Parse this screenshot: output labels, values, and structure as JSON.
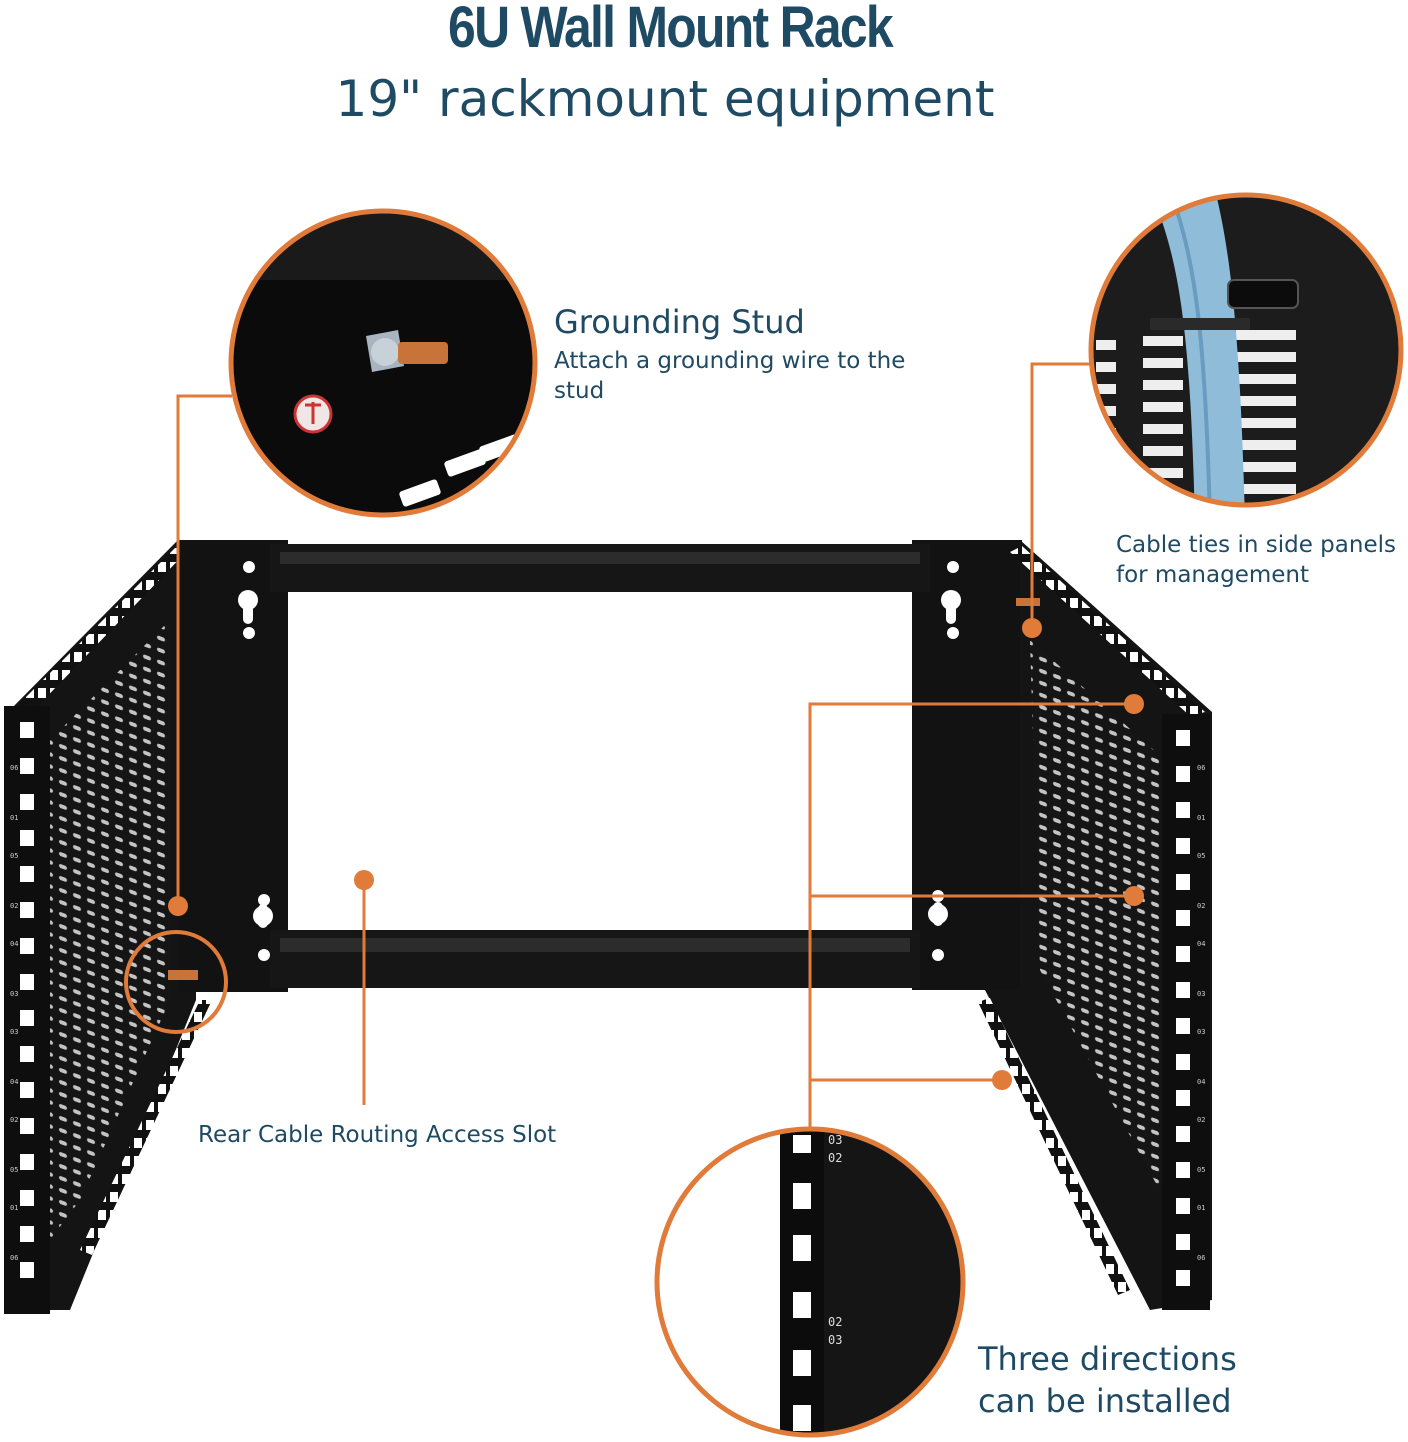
{
  "header": {
    "title": "6U Wall Mount Rack",
    "subtitle": "19\" rackmount equipment"
  },
  "callouts": {
    "grounding": {
      "title": "Grounding Stud",
      "description": "Attach a grounding wire to the stud"
    },
    "cable_ties": {
      "description": "Cable ties in side panels for management"
    },
    "rear_slot": {
      "label": "Rear Cable Routing Access Slot"
    },
    "directions": {
      "label": "Three directions can be installed"
    }
  },
  "rack_unit_marks": {
    "detail_top": [
      "03",
      "02"
    ],
    "detail_bottom": [
      "02",
      "03"
    ],
    "left_post": [
      "06",
      "01",
      "05",
      "02",
      "04",
      "03",
      "03",
      "04",
      "02",
      "05",
      "01",
      "06"
    ],
    "right_post": [
      "06",
      "01",
      "05",
      "02",
      "04",
      "03",
      "03",
      "04",
      "02",
      "05",
      "01",
      "06"
    ]
  },
  "colors": {
    "heading": "#1f4a63",
    "accent": "#e07b39",
    "rack": "#111111"
  }
}
